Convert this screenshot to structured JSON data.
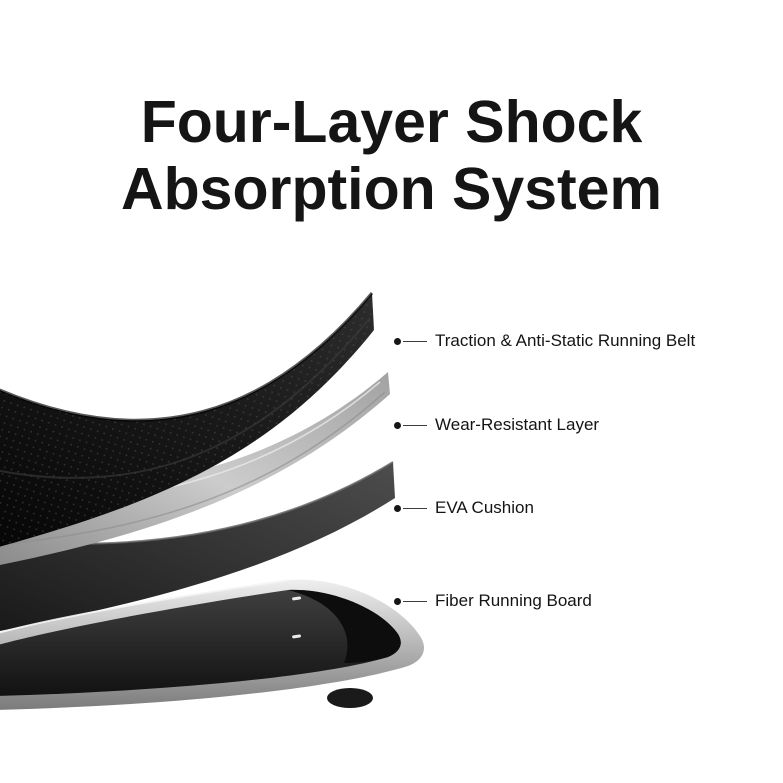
{
  "title": {
    "line1": "Four-Layer Shock",
    "line2": "Absorption System"
  },
  "callouts": [
    {
      "label": "Traction & Anti-Static Running Belt"
    },
    {
      "label": "Wear-Resistant Layer"
    },
    {
      "label": "EVA Cushion"
    },
    {
      "label": "Fiber Running Board"
    }
  ],
  "colors": {
    "background": "#ffffff",
    "title_text": "#151515",
    "label_text": "#141414",
    "leader_line": "#3d3d3d",
    "belt_dark": "#0a0a0a",
    "wear_layer_silver": "#cccccc",
    "eva_gray": "#2f2f2f",
    "deck_frame_silver": "#bcbcbc",
    "deck_surface": "#1e1e1e"
  }
}
